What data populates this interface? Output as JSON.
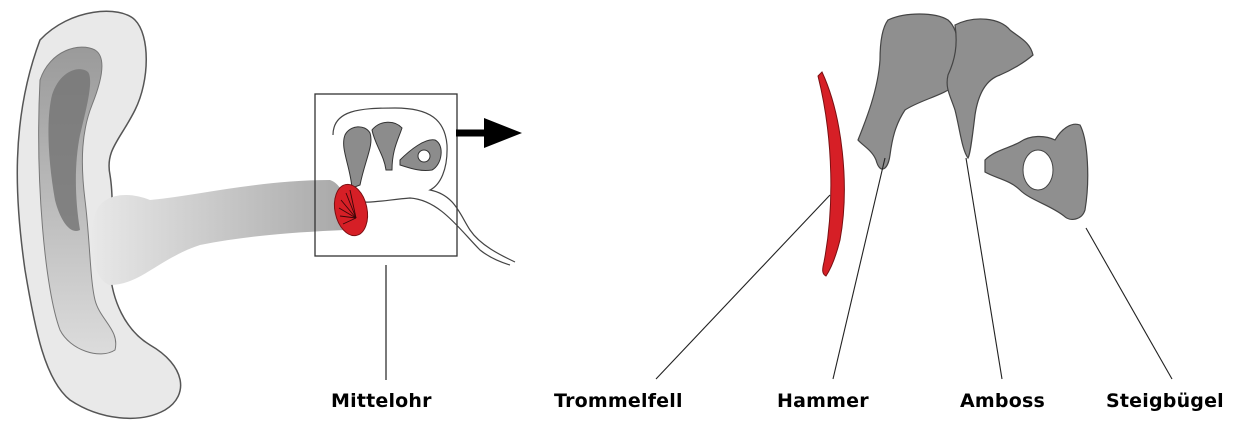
{
  "labels": {
    "mittelohr": "Mittelohr",
    "trommelfell": "Trommelfell",
    "hammer": "Hammer",
    "amboss": "Amboss",
    "steigbuegel": "Steigbügel"
  },
  "colors": {
    "eardrum": "#d61f26",
    "ossicles": "#8c8c8c",
    "ear_light": "#e6e6e6",
    "ear_mid": "#b5b5b5",
    "outline": "#3a3a3a"
  }
}
